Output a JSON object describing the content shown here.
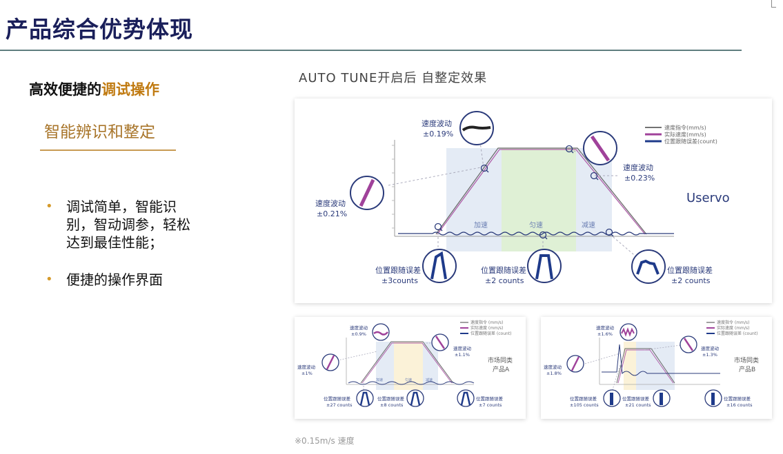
{
  "header": {
    "title": "产品综合优势体现"
  },
  "left": {
    "subhead_plain": "高效便捷的",
    "subhead_highlight": "调试操作",
    "feature_title": "智能辨识和整定",
    "bullets": [
      {
        "marker": "•",
        "text": "调试简单，智能识别，智动调参，轻松达到最佳性能；"
      },
      {
        "marker": "•",
        "text": "便捷的操作界面"
      }
    ]
  },
  "chart_caption": "AUTO TUNE开启后  自整定效果",
  "footnote": "※0.15m/s 速度",
  "colors": {
    "title": "#1a1f5a",
    "accent": "#c07a10",
    "command": "#555555",
    "actual": "#a0429a",
    "error": "#1e3a8a"
  },
  "main_chart": {
    "legend": [
      "速度指令(mm/s)",
      "实际速度(mm/s)",
      "位置跟随误差(count)"
    ],
    "product": "Uservo",
    "phases": [
      "加速",
      "匀速",
      "减速"
    ],
    "speed_labels": [
      {
        "label": "速度波动",
        "value": "±0.19%"
      },
      {
        "label": "速度波动",
        "value": "±0.23%"
      },
      {
        "label": "速度波动",
        "value": "±0.21%"
      }
    ],
    "error_labels": [
      {
        "label": "位置跟随误差",
        "value": "±3counts"
      },
      {
        "label": "位置跟随误差",
        "value": "±2 counts"
      },
      {
        "label": "位置跟随误差",
        "value": "±2 counts"
      }
    ]
  },
  "chart_a": {
    "legend": [
      "速度指令 (mm/s)",
      "实际速度 (mm/s)",
      "位置跟随误差 (count)"
    ],
    "product_line1": "市场同类",
    "product_line2": "产品A",
    "phases": [
      "加速",
      "匀速",
      "减速"
    ],
    "speed_labels": [
      {
        "label": "速度波动",
        "value": "±0.9%"
      },
      {
        "label": "速度波动",
        "value": "±1.1%"
      },
      {
        "label": "速度波动",
        "value": "±1%"
      }
    ],
    "error_labels": [
      {
        "label": "位置跟随误差",
        "value": "±27 counts"
      },
      {
        "label": "位置跟随误差",
        "value": "±8 counts"
      },
      {
        "label": "位置跟随误差",
        "value": "±7 counts"
      }
    ]
  },
  "chart_b": {
    "legend": [
      "速度指令 (mm/s)",
      "实际速度 (mm/s)",
      "位置跟随误差 (count)"
    ],
    "product_line1": "市场同类",
    "product_line2": "产品B",
    "speed_labels": [
      {
        "label": "速度波动",
        "value": "±1.6%"
      },
      {
        "label": "速度波动",
        "value": "±1.3%"
      },
      {
        "label": "速度波动",
        "value": "±1.8%"
      }
    ],
    "error_labels": [
      {
        "label": "位置跟随误差",
        "value": "±105 counts"
      },
      {
        "label": "位置跟随误差",
        "value": "±21 counts"
      },
      {
        "label": "位置跟随误差",
        "value": "±16 counts"
      }
    ]
  }
}
